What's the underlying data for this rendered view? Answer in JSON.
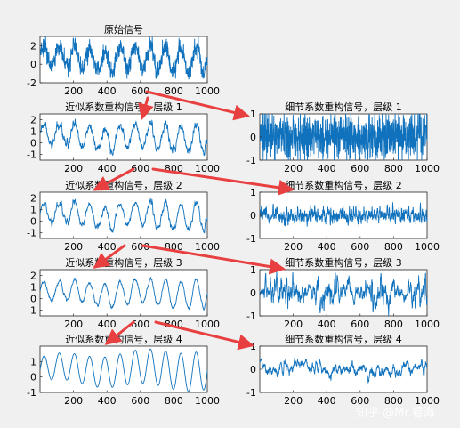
{
  "figure": {
    "watermark": "知乎 @Mr.看海",
    "accent_color": "#1072bd",
    "arrow_color": "#e84040"
  },
  "chart_data": [
    {
      "id": "orig",
      "type": "line",
      "title": "原始信号",
      "xlim": [
        0,
        1000
      ],
      "ylim": [
        -2,
        3
      ],
      "xticks": [
        "200",
        "400",
        "600",
        "800",
        "1000"
      ],
      "yticks": [
        "2",
        "0",
        "-2"
      ],
      "description": "noisy signal, 1000 samples, amplitude about ±2"
    },
    {
      "id": "a1",
      "type": "line",
      "title": "近似系数重构信号，层级 1",
      "xlim": [
        0,
        1000
      ],
      "ylim": [
        -1.5,
        2.5
      ],
      "xticks": [
        "200",
        "400",
        "600",
        "800",
        "1000"
      ],
      "yticks": [
        "2",
        "1",
        "0",
        "-1"
      ]
    },
    {
      "id": "d1",
      "type": "line",
      "title": "细节系数重构信号，层级 1",
      "xlim": [
        0,
        1000
      ],
      "ylim": [
        -1,
        1
      ],
      "xticks": [
        "200",
        "400",
        "600",
        "800",
        "1000"
      ],
      "yticks": [
        "1",
        "0",
        "-1"
      ]
    },
    {
      "id": "a2",
      "type": "line",
      "title": "近似系数重构信号，层级 2",
      "xlim": [
        0,
        1000
      ],
      "ylim": [
        -1.5,
        2.5
      ],
      "xticks": [
        "200",
        "400",
        "600",
        "800",
        "1000"
      ],
      "yticks": [
        "2",
        "1",
        "0",
        "-1"
      ]
    },
    {
      "id": "d2",
      "type": "line",
      "title": "细节系数重构信号，层级 2",
      "xlim": [
        0,
        1000
      ],
      "ylim": [
        -1,
        1
      ],
      "xticks": [
        "200",
        "400",
        "600",
        "800",
        "1000"
      ],
      "yticks": [
        "1",
        "0",
        "-1"
      ]
    },
    {
      "id": "a3",
      "type": "line",
      "title": "近似系数重构信号，层级 3",
      "xlim": [
        0,
        1000
      ],
      "ylim": [
        -1.5,
        2.5
      ],
      "xticks": [
        "200",
        "400",
        "600",
        "800",
        "1000"
      ],
      "yticks": [
        "2",
        "1",
        "0",
        "-1"
      ]
    },
    {
      "id": "d3",
      "type": "line",
      "title": "细节系数重构信号，层级 3",
      "xlim": [
        0,
        1000
      ],
      "ylim": [
        -1,
        1
      ],
      "xticks": [
        "200",
        "400",
        "600",
        "800",
        "1000"
      ],
      "yticks": [
        "1",
        "0",
        "-1"
      ]
    },
    {
      "id": "a4",
      "type": "line",
      "title": "近似系数重构信号，层级 4",
      "xlim": [
        0,
        1000
      ],
      "ylim": [
        -1,
        2
      ],
      "xticks": [
        "200",
        "400",
        "600",
        "800",
        "1000"
      ],
      "yticks": [
        "1",
        "0",
        "-1"
      ]
    },
    {
      "id": "d4",
      "type": "line",
      "title": "细节系数重构信号，层级 4",
      "xlim": [
        0,
        1000
      ],
      "ylim": [
        -1,
        1
      ],
      "xticks": [
        "200",
        "400",
        "600",
        "800",
        "1000"
      ],
      "yticks": [
        "1",
        "0",
        "-1"
      ]
    }
  ]
}
